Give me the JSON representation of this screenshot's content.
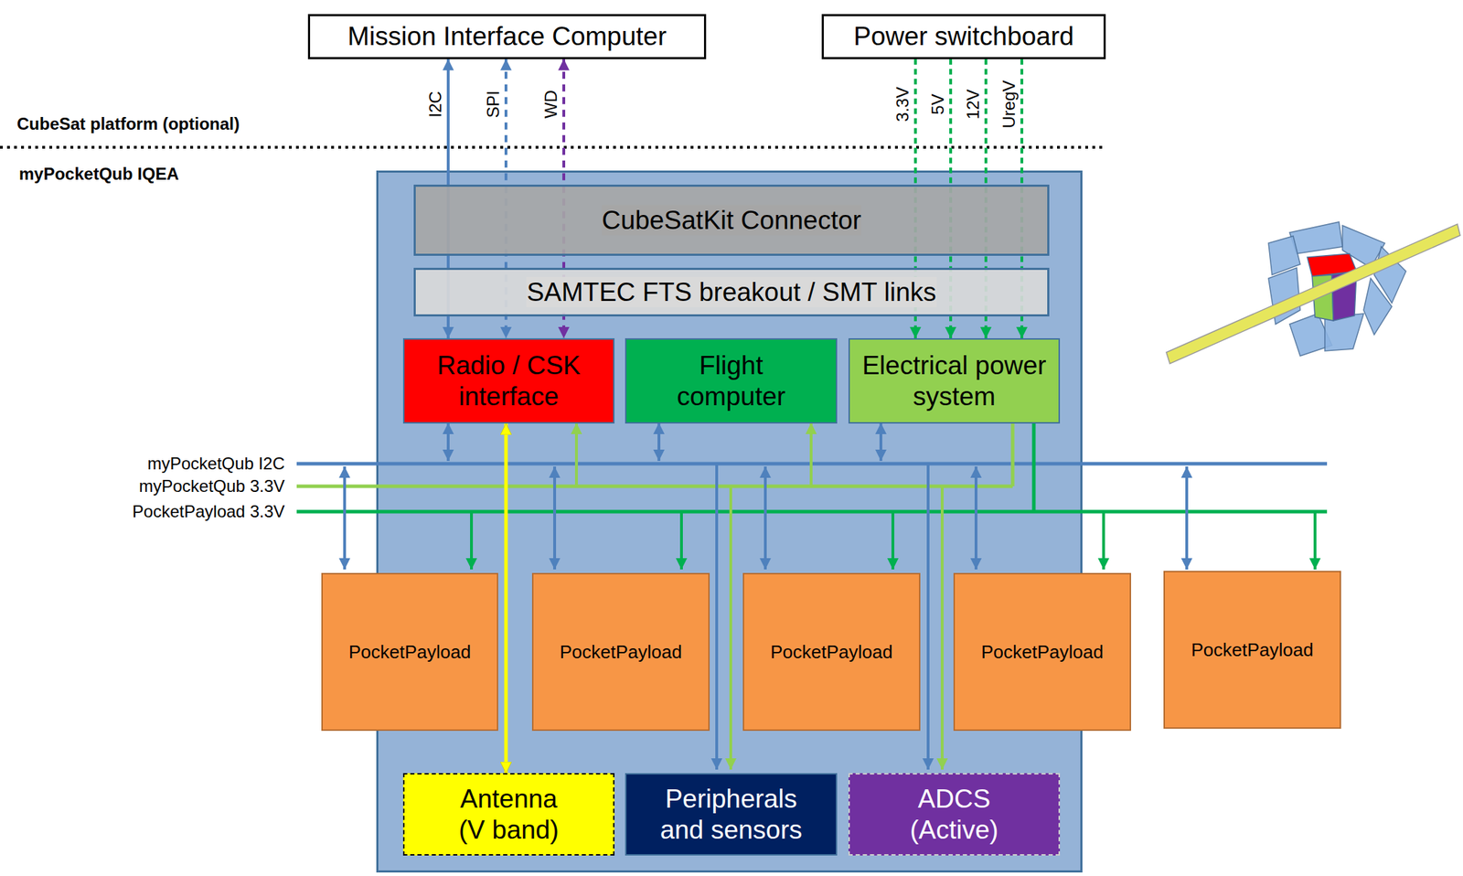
{
  "diagram": {
    "nodes": [
      {
        "text": [
          "Mission Interface Computer"
        ]
      },
      {
        "text": [
          "Power switchboard"
        ]
      },
      {
        "text": [
          "myPocketQub IQEA"
        ]
      },
      {
        "text": [
          "CubeSatKit Connector"
        ],
        "in": 2
      },
      {
        "text": [
          "SAMTEC FTS breakout / SMT links"
        ],
        "in": 2
      },
      {
        "text": [
          "Radio / CSK interface"
        ],
        "in": 2
      },
      {
        "text": [
          "Flight computer"
        ],
        "in": 2
      },
      {
        "text": [
          "Electrical power system"
        ],
        "in": 2
      },
      {
        "text": [
          "PocketPayload"
        ],
        "in": 2
      },
      {
        "text": [
          "PocketPayload"
        ],
        "in": 2
      },
      {
        "text": [
          "PocketPayload"
        ],
        "in": 2
      },
      {
        "text": [
          "PocketPayload"
        ],
        "in": 2
      },
      {
        "text": [
          "PocketPayload"
        ]
      },
      {
        "text": [
          "Antenna (V band)"
        ],
        "in": 2
      },
      {
        "text": [
          "Peripherals and sensors"
        ],
        "in": 2
      },
      {
        "text": [
          "ADCS (Active)"
        ],
        "in": 2
      }
    ],
    "edges": [
      {
        "from": 0,
        "to": 5,
        "label": "I2C",
        "arrow": "both"
      },
      {
        "from": 0,
        "to": 5,
        "label": "SPI",
        "arrow": "both"
      },
      {
        "from": 0,
        "to": 5,
        "label": "WD",
        "arrow": "both"
      },
      {
        "from": 1,
        "to": 7,
        "label": "3.3V",
        "arrow": "to"
      },
      {
        "from": 1,
        "to": 7,
        "label": "5V",
        "arrow": "to"
      },
      {
        "from": 1,
        "to": 7,
        "label": "12V",
        "arrow": "to"
      },
      {
        "from": 1,
        "to": 7,
        "label": "UregV",
        "arrow": "to"
      },
      {
        "from": 5,
        "to": 13,
        "arrow": "both"
      }
    ],
    "labels": [
      "CubeSat platform (optional)",
      "myPocketQub I2C",
      "myPocketQub 3.3V",
      "PocketPayload 3.3V"
    ]
  }
}
